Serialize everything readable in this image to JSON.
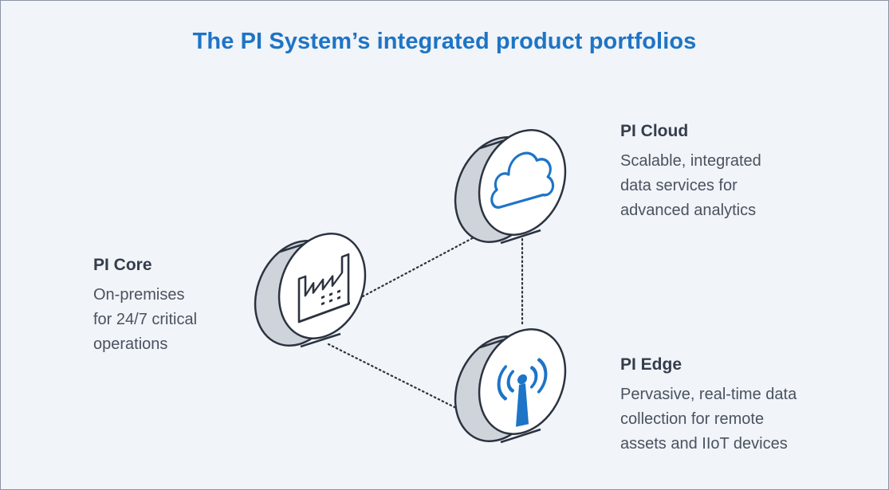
{
  "title": "The PI System’s integrated product portfolios",
  "nodes": {
    "cloud": {
      "name": "PI Cloud",
      "description": "Scalable, integrated\ndata services for\nadvanced analytics",
      "icon": "cloud-icon"
    },
    "core": {
      "name": "PI Core",
      "description": "On-premises\nfor 24/7 critical\noperations",
      "icon": "factory-icon"
    },
    "edge": {
      "name": "PI Edge",
      "description": "Pervasive, real-time data\ncollection for remote\nassets and IIoT devices",
      "icon": "antenna-icon"
    }
  },
  "colors": {
    "title": "#1e74c6",
    "icon_blue": "#1e74c6",
    "disc_face": "#ffffff",
    "disc_side": "#cfd4db",
    "outline": "#2b3340",
    "background": "#f1f4f8"
  }
}
